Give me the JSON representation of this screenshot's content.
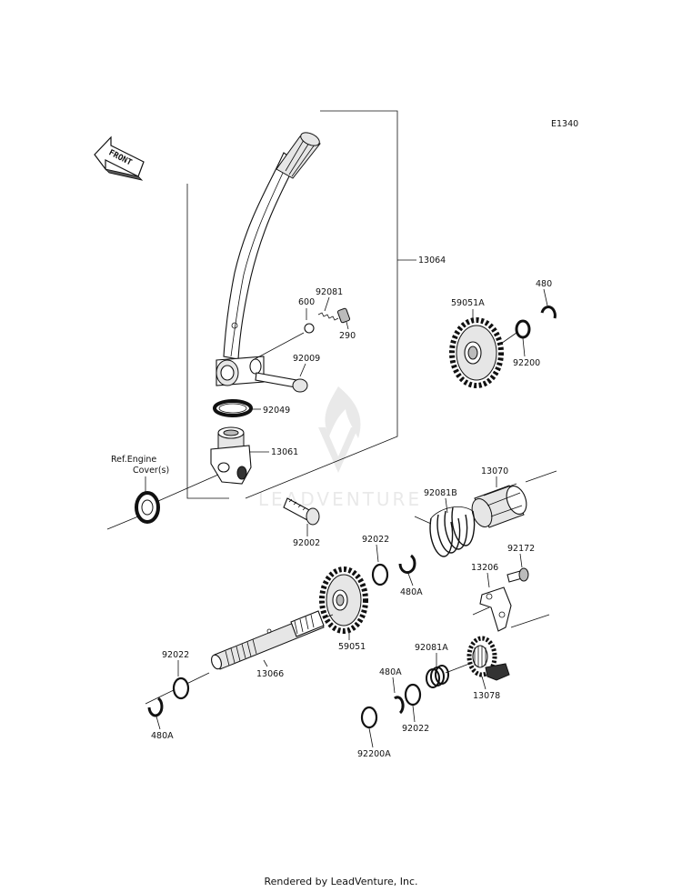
{
  "diagram_code": "E1340",
  "front_arrow_text": "FRONT",
  "watermark": "LEADVENTURE",
  "ref_note": {
    "line1": "Ref.Engine",
    "line2": "Cover(s)"
  },
  "labels": {
    "p13064": "13064",
    "p600": "600",
    "p92081": "92081",
    "p290": "290",
    "p92009": "92009",
    "p92049": "92049",
    "p13061": "13061",
    "p92002": "92002",
    "p59051A": "59051A",
    "p480": "480",
    "p92200": "92200",
    "p13070": "13070",
    "p92081B": "92081B",
    "p92022_top": "92022",
    "p480A_top": "480A",
    "p92172": "92172",
    "p13206": "13206",
    "p59051": "59051",
    "p13066": "13066",
    "p92022_left": "92022",
    "p480A_left": "480A",
    "p92081A": "92081A",
    "p480A_mid": "480A",
    "p92022_mid": "92022",
    "p92200A": "92200A",
    "p13078": "13078"
  },
  "footer": "Rendered by LeadVenture, Inc."
}
